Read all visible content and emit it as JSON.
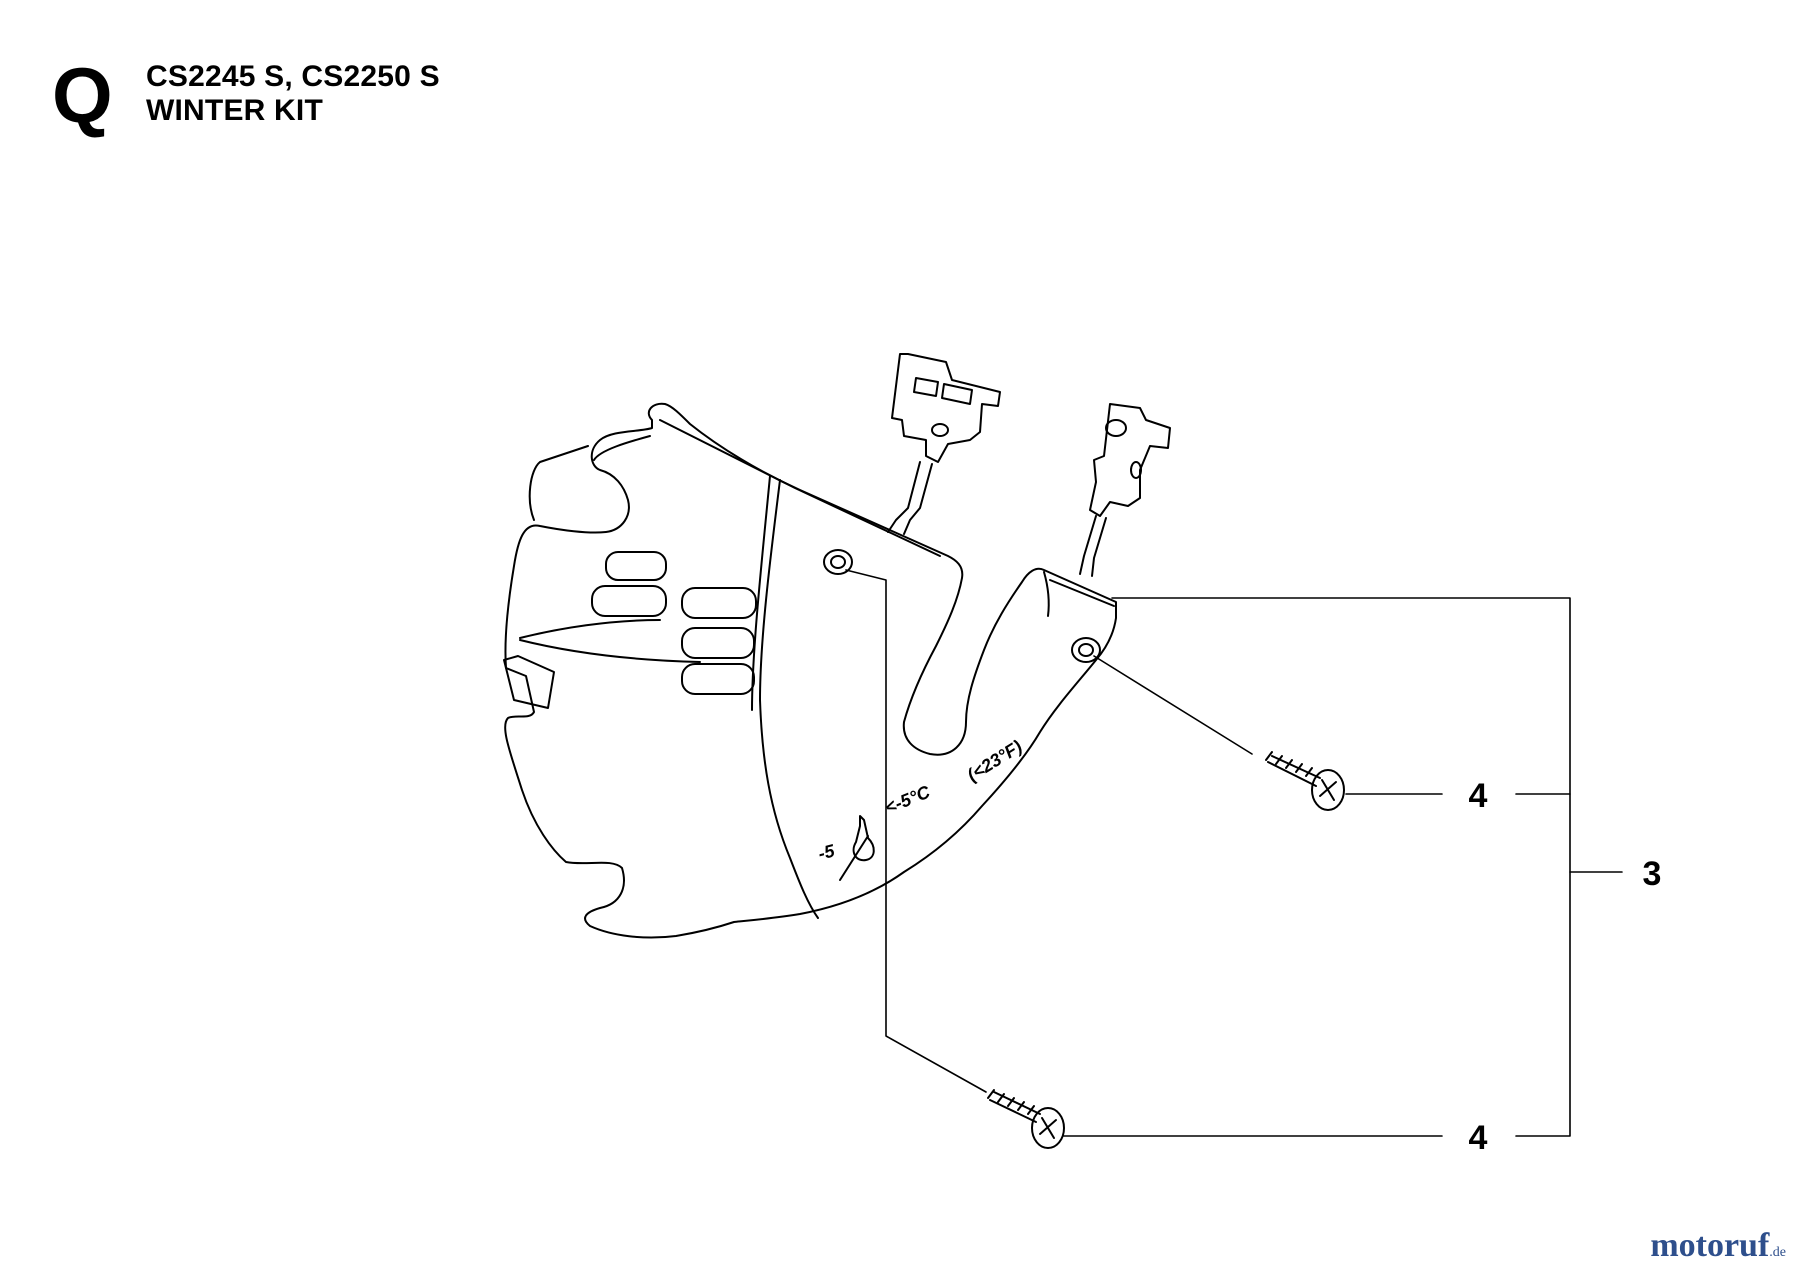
{
  "header": {
    "section_letter": "Q",
    "models": "CS2245 S, CS2250 S",
    "kit_name": "WINTER KIT"
  },
  "callouts": {
    "screw_top": "4",
    "screw_bottom": "4",
    "kit": "3"
  },
  "cover_markings": {
    "left": "-5",
    "middle": "<-5°C",
    "right": "(<23°F)"
  },
  "watermark": {
    "brand": "motoruf",
    "tld": ".de"
  },
  "colors": {
    "line": "#000000",
    "watermark": "#2e4f8c"
  }
}
